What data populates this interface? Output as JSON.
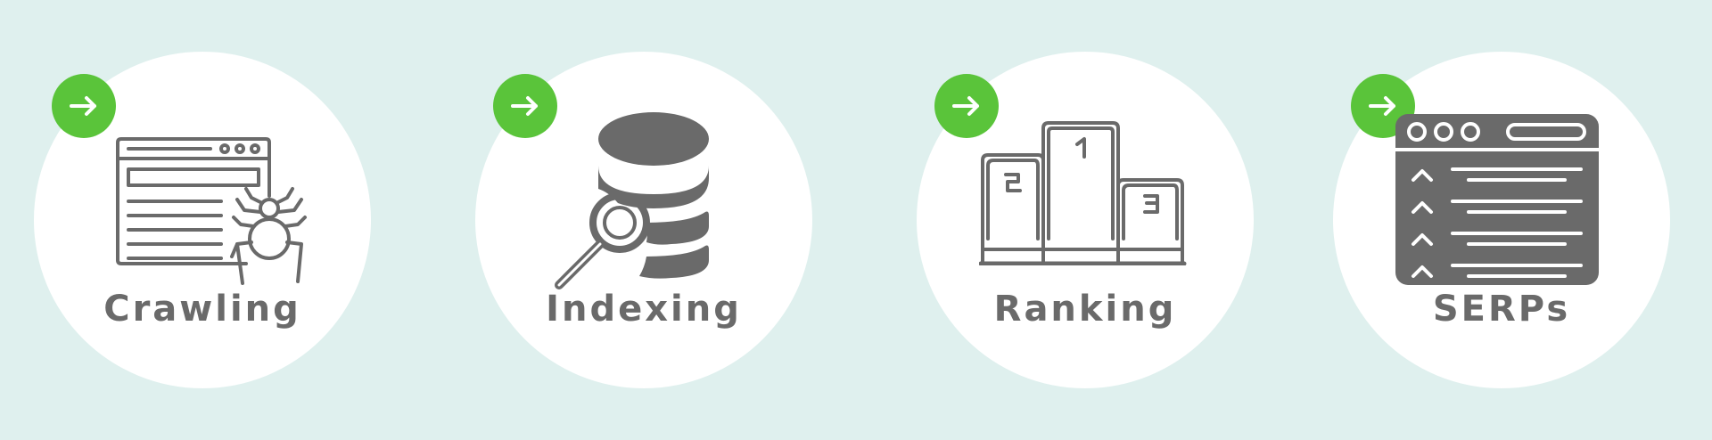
{
  "accent_color": "#5ac43a",
  "icon_color": "#6a6a6a",
  "background_color": "#dff0ee",
  "steps": [
    {
      "label": "Crawling",
      "icon": "browser-spider-icon"
    },
    {
      "label": "Indexing",
      "icon": "database-search-icon"
    },
    {
      "label": "Ranking",
      "icon": "podium-icon"
    },
    {
      "label": "SERPs",
      "icon": "search-results-page-icon"
    }
  ]
}
